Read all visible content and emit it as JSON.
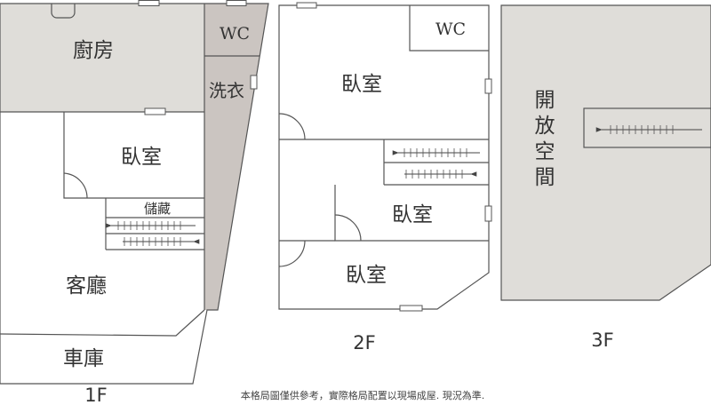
{
  "colors": {
    "shaded_room": "#dfddd9",
    "utility_strip": "#cbc5c1",
    "wall": "#555555",
    "text": "#333333"
  },
  "floors": {
    "f1": {
      "label": "1F",
      "rooms": {
        "kitchen": "廚房",
        "wc": "WC",
        "laundry": "洗衣",
        "bedroom": "臥室",
        "storage": "儲藏",
        "living_room": "客廳",
        "garage": "車庫"
      }
    },
    "f2": {
      "label": "2F",
      "rooms": {
        "wc": "WC",
        "bedroom_a": "臥室",
        "bedroom_b": "臥室",
        "bedroom_c": "臥室"
      }
    },
    "f3": {
      "label": "3F",
      "rooms": {
        "open_space": [
          "開",
          "放",
          "空",
          "間"
        ]
      }
    }
  },
  "disclaimer": "本格局圖僅供參考，實際格局配置以現場成屋. 現況為準."
}
